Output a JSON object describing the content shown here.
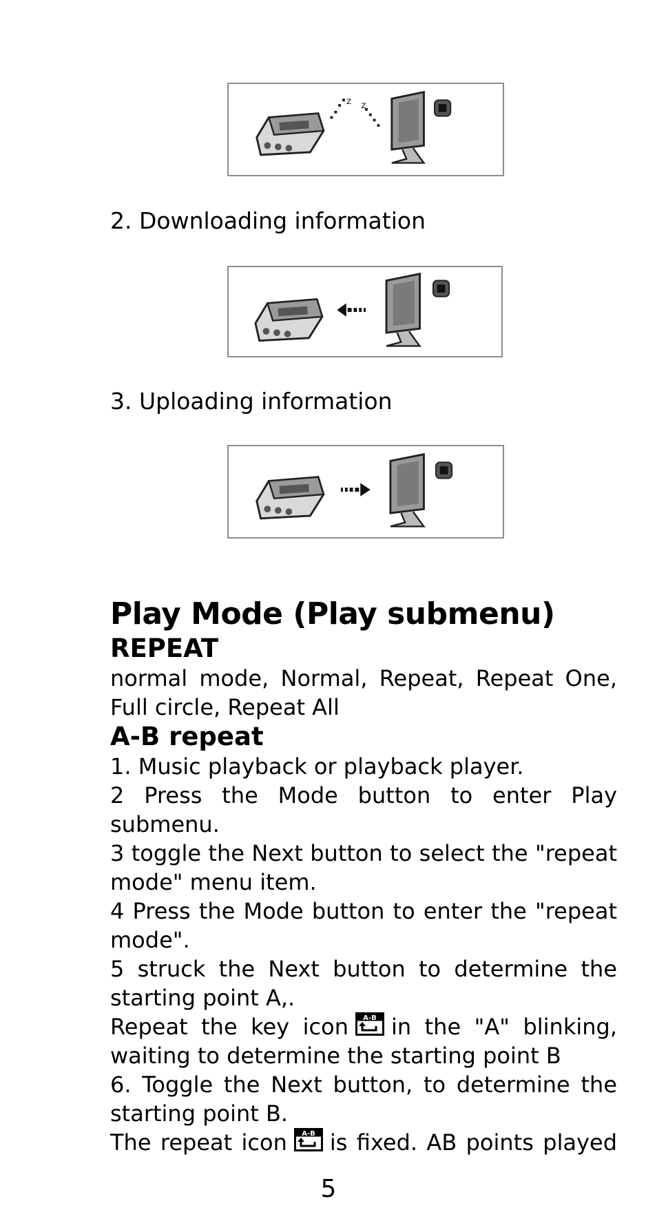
{
  "figures": [
    {
      "icon": "pc-connection-idle-icon"
    },
    {
      "icon": "pc-download-icon"
    },
    {
      "icon": "pc-upload-icon"
    }
  ],
  "captions": {
    "downloading": "2. Downloading information",
    "uploading": "3. Uploading information"
  },
  "section": {
    "title": "Play Mode (Play submenu)",
    "repeat_heading": "REPEAT",
    "repeat_text": "normal mode, Normal, Repeat, Repeat One, Full circle, Repeat All",
    "ab_heading": "A-B repeat",
    "steps": [
      "1. Music playback or playback player.",
      "2 Press the Mode button to enter Play submenu.",
      "3 toggle the Next button to select the \"repeat mode\" menu item.",
      "4 Press the Mode button to enter the \"repeat mode\".",
      "5 struck the Next button to determine the starting point A,."
    ],
    "repeat_icon_before": "Repeat the key icon",
    "repeat_icon_after": "in the \"A\" blinking, waiting to determine the starting point B",
    "step6": "6. Toggle the Next button, to determine the starting point B.",
    "fixed_before": "The repeat icon",
    "fixed_after": "is fixed. AB points played"
  },
  "page_number": "5"
}
